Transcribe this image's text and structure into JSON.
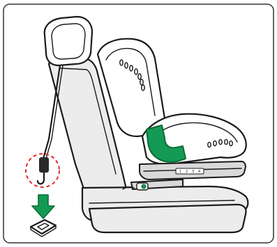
{
  "figure": {
    "subject": "vehicle-seat-with-child-seat-top-tether-installation",
    "colors": {
      "frame_border": "#333333",
      "background": "#ffffff",
      "vehicle_seat_fill": "#ececec",
      "child_seat_fill": "#ffffff",
      "highlight_green": "#149a54",
      "highlight_green_dark": "#0b6b37",
      "callout_red": "#e32a2a",
      "ink": "#1a1a1a"
    },
    "icons": {
      "tether_hook": "hook-icon",
      "tether_callout": "dashed-circle-callout",
      "direction_arrow": "down-arrow-icon",
      "anchor_point": "anchor-plate-icon",
      "isofix_connector": "isofix-connector-icon"
    },
    "scale_marks": [
      "1",
      "2",
      "3",
      "4"
    ]
  }
}
